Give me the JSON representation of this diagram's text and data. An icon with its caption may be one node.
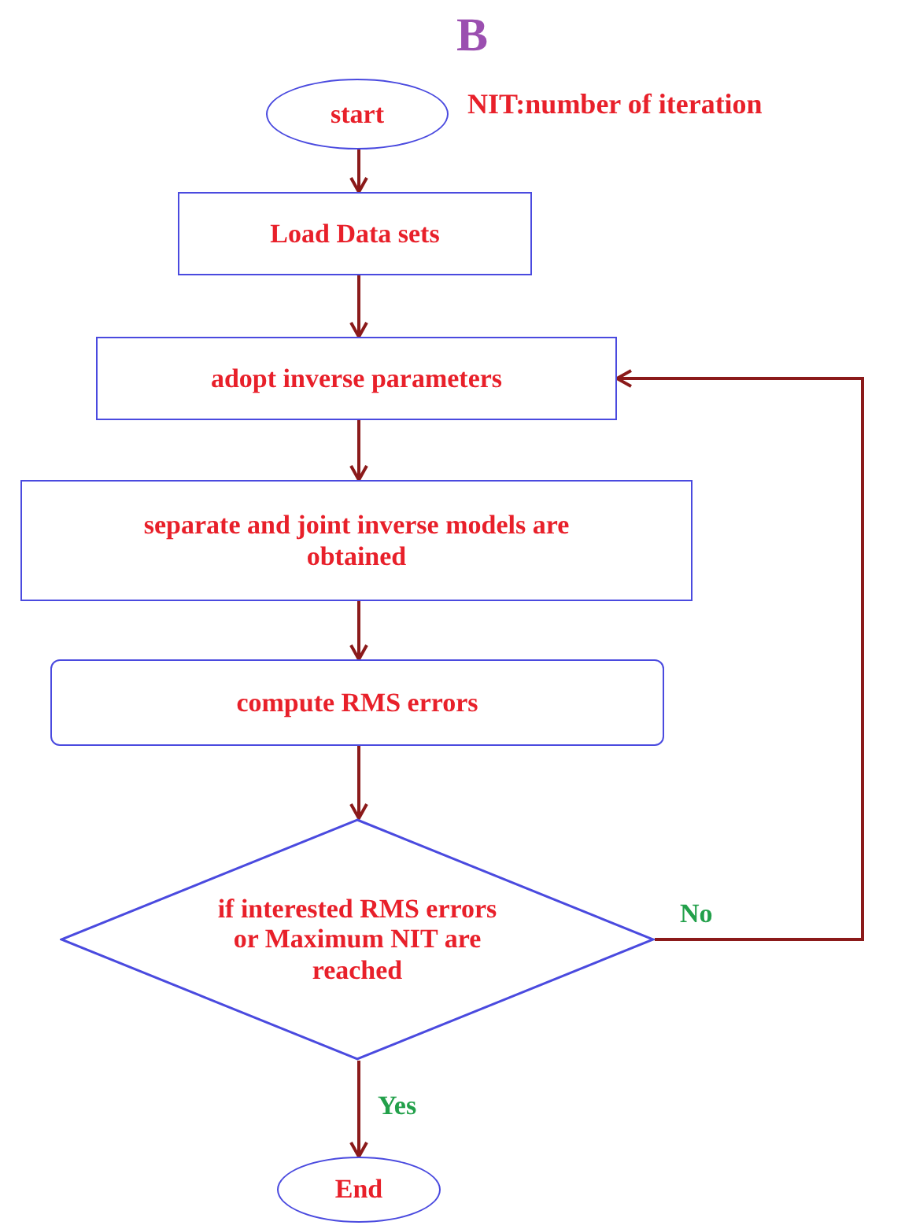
{
  "diagram": {
    "title": "B",
    "nodes": [
      {
        "text": [
          "start"
        ],
        "beside": [
          "NIT:number of iteration"
        ]
      },
      {
        "text": [
          "Load Data sets"
        ]
      },
      {
        "text": [
          "adopt inverse parameters"
        ]
      },
      {
        "text": [
          "separate and joint inverse models are obtained"
        ]
      },
      {
        "text": [
          "compute RMS errors"
        ]
      },
      {
        "text": [
          "if interested RMS errors or Maximum NIT are reached"
        ]
      },
      {
        "text": [
          "End"
        ]
      }
    ],
    "edges": [
      {
        "from": 0,
        "to": 1,
        "arrow": "to"
      },
      {
        "from": 1,
        "to": 2,
        "arrow": "to"
      },
      {
        "from": 2,
        "to": 3,
        "arrow": "to"
      },
      {
        "from": 3,
        "to": 4,
        "arrow": "to"
      },
      {
        "from": 4,
        "to": 5,
        "arrow": "to"
      },
      {
        "from": 5,
        "to": 2,
        "arrow": "to",
        "label": "No"
      },
      {
        "from": 5,
        "to": 6,
        "arrow": "to",
        "label": "Yes"
      }
    ]
  }
}
